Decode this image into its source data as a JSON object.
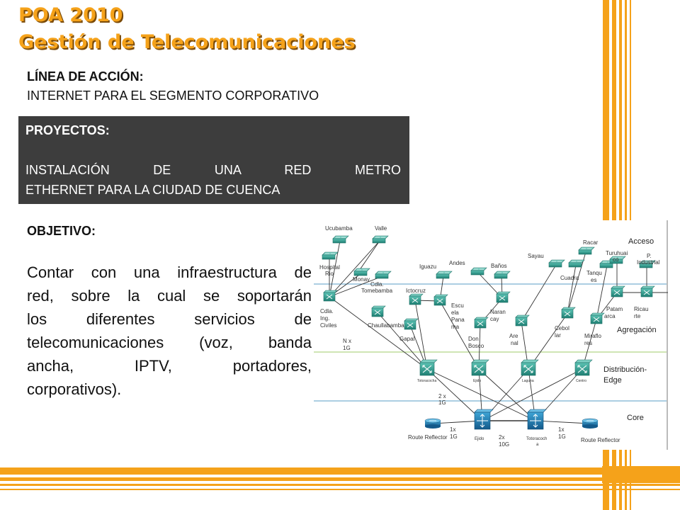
{
  "slide": {
    "title_line1": "POA 2010",
    "title_line2": "Gestión de Telecomunicaciones",
    "accion_label": "LÍNEA DE ACCIÓN:",
    "accion_text": "INTERNET PARA EL SEGMENTO CORPORATIVO",
    "proyectos_label": "PROYECTOS:",
    "proyectos_line1": "INSTALACIÓN DE UNA RED METRO",
    "proyectos_line2": "ETHERNET PARA LA CIUDAD DE CUENCA",
    "objetivo_label": "OBJETIVO:",
    "objetivo_lines": [
      "Contar con una infraestructura de",
      "red, sobre la cual se soportarán",
      "los diferentes servicios de",
      "telecomunicaciones (voz, banda",
      "ancha, IPTV, portadores,",
      "corporativos)."
    ]
  },
  "colors": {
    "accent": "#f5a21a",
    "accent_shadow": "#7a4a08",
    "dark_box": "#3d3d3d",
    "switch_green": "#2f9a8c",
    "router_blue": "#1e78a8"
  },
  "diagram": {
    "layers": {
      "acceso": "Acceso",
      "agregacion": "Agregación",
      "distribucion_1": "Distribución-",
      "distribucion_2": "Edge",
      "core": "Core"
    },
    "access_nodes": {
      "ucubamba": "Ucubamba",
      "valle": "Valle",
      "hospital_1": "Hospital",
      "hospital_2": "Rio",
      "monay": "Monay",
      "cdla_tomebamba_1": "Cdla.",
      "cdla_tomebamba_2": "Tomebamba",
      "iguazu": "Iguazu",
      "andes": "Andes",
      "banos": "Baños",
      "sayau": "Sayau",
      "racar": "Racar",
      "turuhuai_1": "Turuhuai",
      "turuhuai_2": "co",
      "pindustrial_1": "P.",
      "pindustrial_2": "Industrial",
      "cuadra": "Cuadra",
      "tanqu_1": "Tanqu",
      "tanqu_2": "es"
    },
    "aggregation_nodes": {
      "cdla_ing_1": "Cdla.",
      "cdla_ing_2": "Ing.",
      "cdla_ing_3": "Civiles",
      "chaullabamba": "Chaullabamba",
      "ictocruz": "Ictocruz",
      "gapal": "Gapal",
      "escuela_1": "Escu",
      "escuela_2": "ela",
      "escuela_3": "Pana",
      "escuela_4": "ma",
      "naranjay_1": "Naran",
      "naranjay_2": "cay",
      "donbosco_1": "Don",
      "donbosco_2": "Bosco",
      "arenal_1": "Are",
      "arenal_2": "nal",
      "cebollar_1": "Cebol",
      "cebollar_2": "lar",
      "miraflores_1": "Miraflo",
      "miraflores_2": "res",
      "patamarca_1": "Patam",
      "patamarca_2": "arca",
      "ricaurte_1": "Ricau",
      "ricaurte_2": "rte"
    },
    "edge_nodes": {
      "totoracocha": "Totoracocha",
      "ejido": "Ejido",
      "laguna": "Laguna",
      "centro": "Centro"
    },
    "core_nodes": {
      "ejido": "Ejido",
      "totoracocha_1": "Totoracoch",
      "totoracocha_2": "a",
      "rr_left": "Route Reflector",
      "rr_right": "Route Reflector"
    },
    "links": {
      "nx1g_1": "N x",
      "nx1g_2": "1G",
      "edge_2x_1": "2 x",
      "edge_2x_2": "1G",
      "core_left_1": "1x",
      "core_left_2": "1G",
      "core_mid_1": "2x",
      "core_mid_2": "10G",
      "core_right_1": "1x",
      "core_right_2": "1G"
    }
  }
}
